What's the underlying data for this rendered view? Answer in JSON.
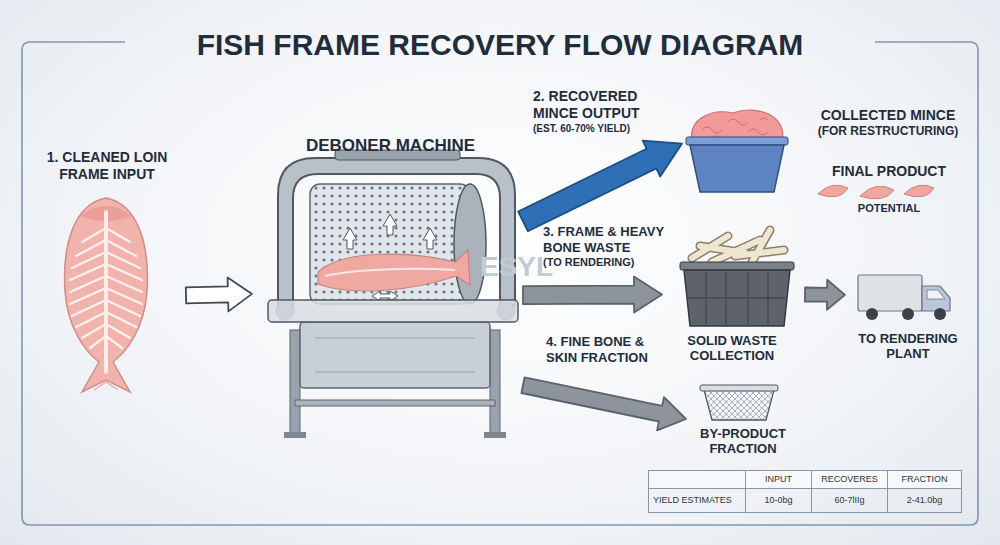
{
  "diagram": {
    "title": "FISH FRAME RECOVERY FLOW DIAGRAM",
    "nodes": [
      {
        "text": [
          "1. CLEANED LOIN FRAME INPUT"
        ]
      },
      {
        "text": [
          "DEBONER MACHINE"
        ]
      },
      {
        "text": [
          "COLLECTED MINCE",
          "(FOR RESTRUCTURING)"
        ]
      },
      {
        "text": [
          "FINAL PRODUCT",
          "POTENTIAL"
        ]
      },
      {
        "text": [
          "SOLID WASTE COLLECTION"
        ]
      },
      {
        "text": [
          "TO RENDERING PLANT"
        ]
      },
      {
        "text": [
          "BY-PRODUCT FRACTION"
        ]
      }
    ],
    "edges": [
      {
        "from": 0,
        "to": 1,
        "arrow": "to"
      },
      {
        "from": 1,
        "to": 2,
        "arrow": "to",
        "label": "2. RECOVERED MINCE OUTPUT"
      },
      {
        "from": 1,
        "to": 4,
        "arrow": "to",
        "label": "3. FRAME & HEAVY BONE WASTE"
      },
      {
        "from": 4,
        "to": 5,
        "arrow": "to"
      },
      {
        "from": 1,
        "to": 6,
        "arrow": "to",
        "label": "4. FINE BONE & SKIN FRACTION"
      }
    ],
    "labels": [
      "(EST. 60-70% YIELD)",
      "(TO RENDERING)",
      "ESYL",
      "INPUT",
      "RECOVERES",
      "FRACTION",
      "YIELD ESTIMATES",
      "10-0bg",
      "60-7lIIg",
      "2-41.0bg"
    ]
  }
}
